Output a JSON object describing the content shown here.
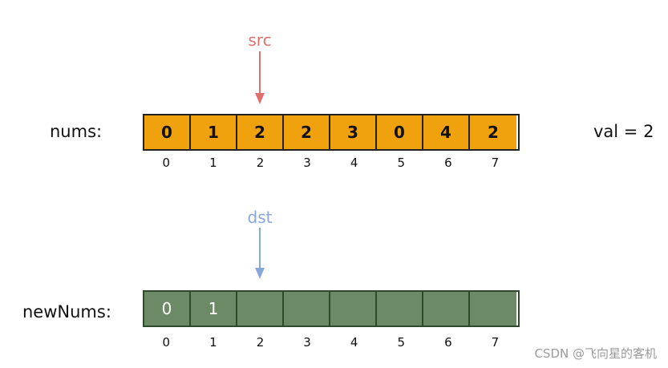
{
  "pointers": {
    "src": {
      "label": "src",
      "color": "#e07070"
    },
    "dst": {
      "label": "dst",
      "color": "#86a6dc"
    }
  },
  "nums": {
    "label": "nums:",
    "values": [
      "0",
      "1",
      "2",
      "2",
      "3",
      "0",
      "4",
      "2"
    ],
    "indices": [
      "0",
      "1",
      "2",
      "3",
      "4",
      "5",
      "6",
      "7"
    ],
    "fill": "#f0a20e"
  },
  "val_text": "val = 2",
  "newNums": {
    "label": "newNums:",
    "values": [
      "0",
      "1",
      "",
      "",
      "",
      "",
      "",
      ""
    ],
    "indices": [
      "0",
      "1",
      "2",
      "3",
      "4",
      "5",
      "6",
      "7"
    ],
    "fill": "#6b8a65"
  },
  "watermark": "CSDN @飞向星的客机"
}
